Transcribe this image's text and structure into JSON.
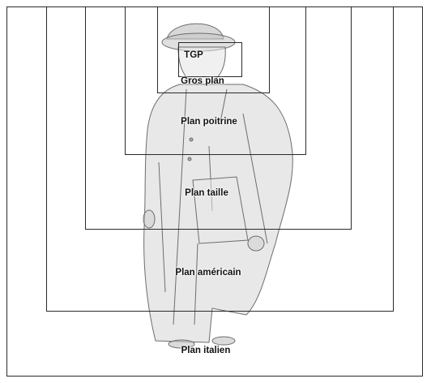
{
  "diagram": {
    "illustration": "man-in-overcoat-and-hat",
    "shot_labels": {
      "tgp": "TGP",
      "gros_plan": "Gros plan",
      "plan_poitrine": "Plan poitrine",
      "plan_taille": "Plan taille",
      "plan_americain": "Plan américain",
      "plan_italien": "Plan italien"
    },
    "colors": {
      "frame_line": "#2a2a2a",
      "background": "#ffffff",
      "sketch_ink": "#6d6d6d"
    }
  }
}
